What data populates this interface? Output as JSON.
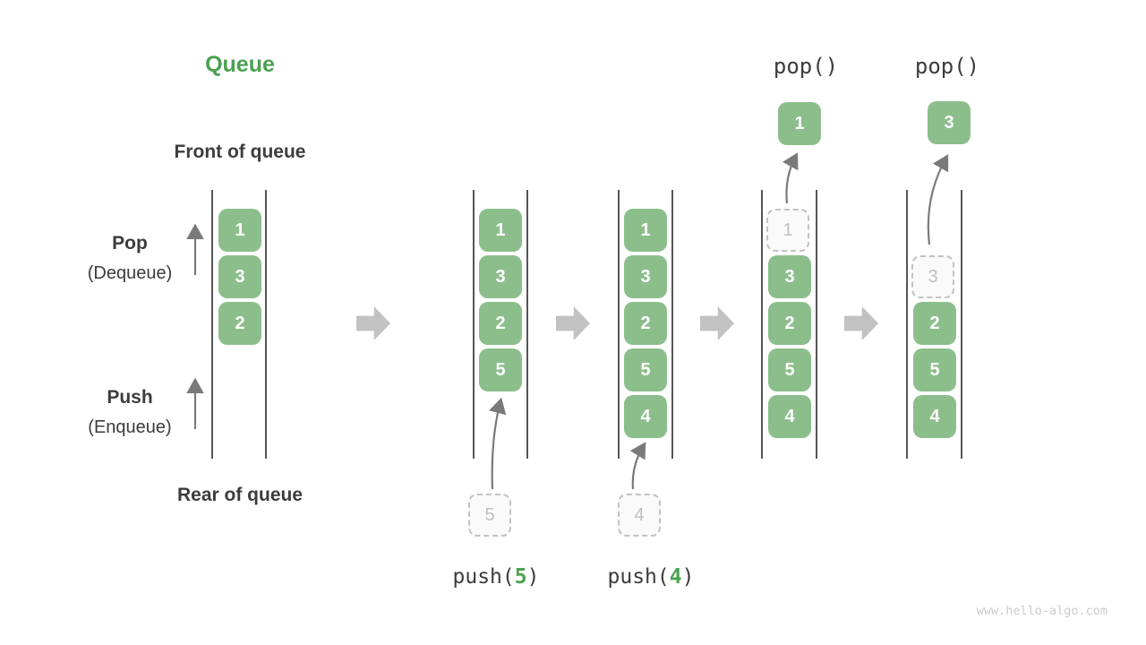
{
  "page": {
    "title": "Queue",
    "watermark": "www.hello-algo.com"
  },
  "labels": {
    "front": "Front of queue",
    "rear": "Rear of queue",
    "pop": "Pop",
    "pop_sub": "(Dequeue)",
    "push": "Push",
    "push_sub": "(Enqueue)"
  },
  "colors": {
    "box_green": "#8CBE8C",
    "title_green": "#4CA050",
    "text_dark": "#3C3C3C",
    "arrow_gray": "#7A7A7A",
    "block_arrow_gray": "#C2C2C2",
    "dashed_border": "#C2C2C2",
    "dashed_text": "#C0C0C0",
    "wall_gray": "#555555",
    "watermark_gray": "#CBCBCB"
  },
  "states": [
    {
      "items": [
        {
          "v": "1"
        },
        {
          "v": "3"
        },
        {
          "v": "2"
        }
      ]
    },
    {
      "items": [
        {
          "v": "1"
        },
        {
          "v": "3"
        },
        {
          "v": "2"
        },
        {
          "v": "5"
        }
      ],
      "pending": "5",
      "op": {
        "pre": "push(",
        "num": "5",
        "post": ")"
      }
    },
    {
      "items": [
        {
          "v": "1"
        },
        {
          "v": "3"
        },
        {
          "v": "2"
        },
        {
          "v": "5"
        },
        {
          "v": "4"
        }
      ],
      "pending": "4",
      "op": {
        "pre": "push(",
        "num": "4",
        "post": ")"
      }
    },
    {
      "items": [
        {
          "v": "1"
        },
        {
          "v": "3"
        },
        {
          "v": "2"
        },
        {
          "v": "5"
        },
        {
          "v": "4"
        }
      ],
      "popped": "1",
      "op_label": "pop()"
    },
    {
      "items": [
        {
          "v": "3"
        },
        {
          "v": "2"
        },
        {
          "v": "5"
        },
        {
          "v": "4"
        }
      ],
      "popped": "3",
      "op_label": "pop()"
    }
  ]
}
